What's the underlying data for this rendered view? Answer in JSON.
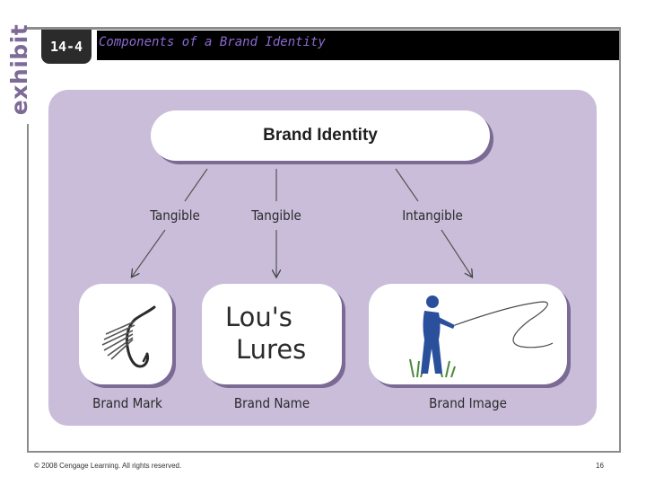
{
  "header": {
    "exhibit_word": "exhibit",
    "exhibit_number": "14-4",
    "title": "Components of a Brand Identity"
  },
  "diagram": {
    "root": "Brand Identity",
    "edges": [
      {
        "label": "Tangible"
      },
      {
        "label": "Tangible"
      },
      {
        "label": "Intangible"
      }
    ],
    "children": [
      {
        "label": "Brand Mark",
        "icon": "fish-hook-icon"
      },
      {
        "label": "Brand Name",
        "logo_lines": [
          "Lou's",
          "Lures"
        ]
      },
      {
        "label": "Brand Image",
        "icon": "fisherman-icon"
      }
    ]
  },
  "footer": {
    "copyright": "© 2008 Cengage Learning. All rights reserved.",
    "page_number": "16"
  },
  "colors": {
    "panel": "#c9bdda",
    "accent": "#7a6a94",
    "title_text": "#8a6ad0",
    "fisherman": "#2a4f9c"
  }
}
